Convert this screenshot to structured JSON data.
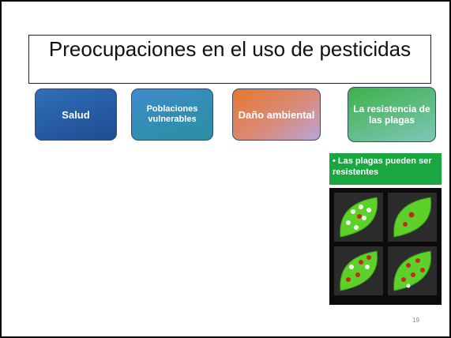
{
  "slide": {
    "title": "Preocupaciones en el uso de pesticidas",
    "tiles": [
      {
        "label": "Salud"
      },
      {
        "label": "Poblaciones vulnerables"
      },
      {
        "label": "Daño ambiental"
      },
      {
        "label": "La resistencia de las plagas"
      }
    ],
    "bullet": "• Las plagas pueden ser resistentes",
    "page_number": "19"
  },
  "colors": {
    "background": "#000000",
    "slide": "#ffffff",
    "green_box": "#1aa641",
    "leaf_green": "#5dd12a",
    "pest_white": "#f4f4f4",
    "pest_red": "#c22a1a"
  }
}
